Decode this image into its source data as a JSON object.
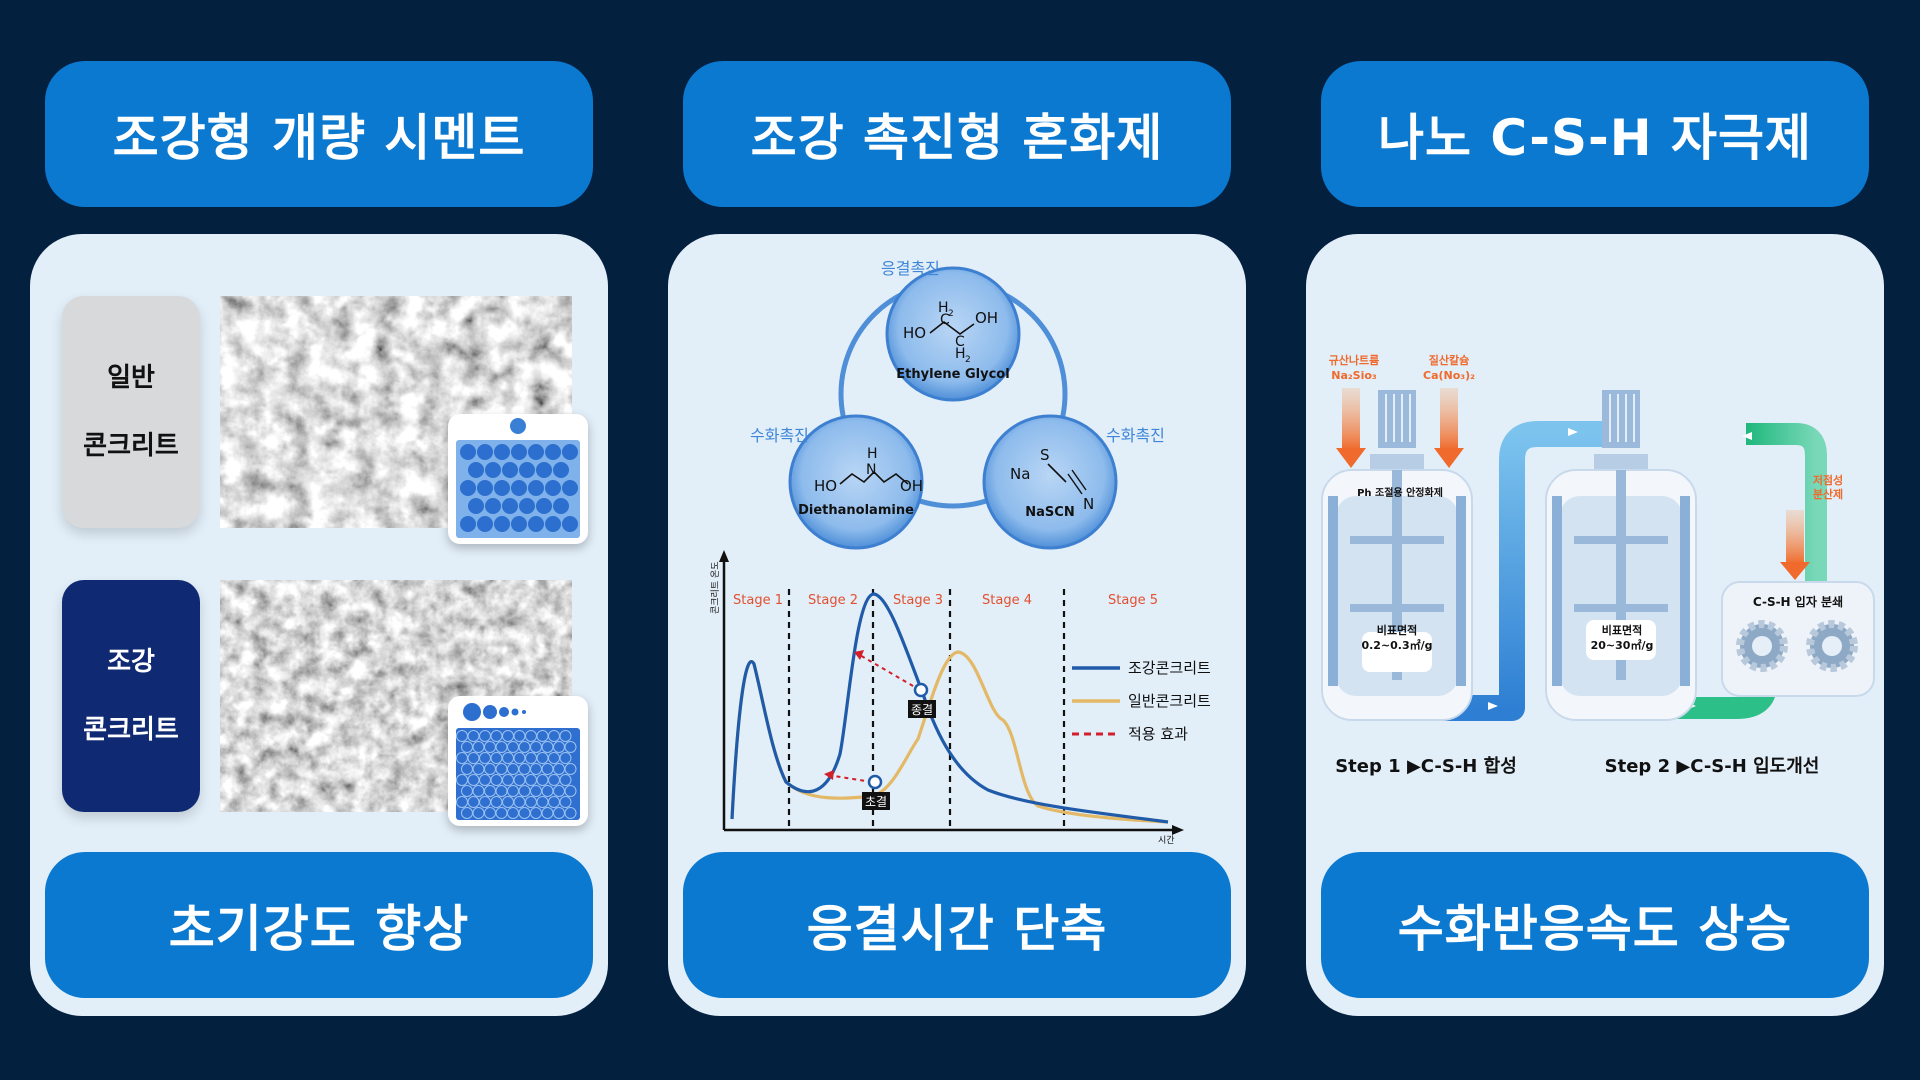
{
  "headers": [
    "조강형 개량 시멘트",
    "조강 촉진형 혼화제",
    "나노 C-S-H 자극제"
  ],
  "footers": [
    "초기강도 향상",
    "응결시간 단축",
    "수화반응속도 상승"
  ],
  "panel1": {
    "normal_label": [
      "일반",
      "콘크리트"
    ],
    "early_label": [
      "조강",
      "콘크리트"
    ]
  },
  "panel2": {
    "molecules": [
      {
        "name": "Ethylene Glycol",
        "role": "응결촉진"
      },
      {
        "name": "Diethanolamine",
        "role": "수화촉진"
      },
      {
        "name": "NaSCN",
        "role": "수화촉진"
      }
    ],
    "chart_data": {
      "type": "line",
      "ylabel": "콘크리트 온도",
      "xlabel": "시간",
      "stages": [
        "Stage 1",
        "Stage 2",
        "Stage 3",
        "Stage 4",
        "Stage 5"
      ],
      "series": [
        {
          "name": "조강콘크리트",
          "color": "#1f5ba8"
        },
        {
          "name": "일반콘크리트",
          "color": "#e3b866"
        },
        {
          "name": "적용 효과",
          "color": "#d21f2b"
        }
      ],
      "markers": {
        "initial_set": "초결",
        "final_set": "종결"
      }
    }
  },
  "panel3": {
    "input1": [
      "규산나트륨",
      "Na₂Sio₃"
    ],
    "input2": [
      "질산칼슘",
      "Ca(No₃)₂"
    ],
    "stabilizer": "Ph 조절용 안정화제",
    "reactor1_area": [
      "비표면적",
      "0.2~0.3㎡/g"
    ],
    "reactor2_area": [
      "비표면적",
      "20~30㎡/g"
    ],
    "dispersant": [
      "저점성",
      "분산제"
    ],
    "disperser": "C-S-H 입자 분쇄",
    "step1": "Step 1 ▶C-S-H 합성",
    "step2": "Step 2 ▶C-S-H 입도개선"
  }
}
